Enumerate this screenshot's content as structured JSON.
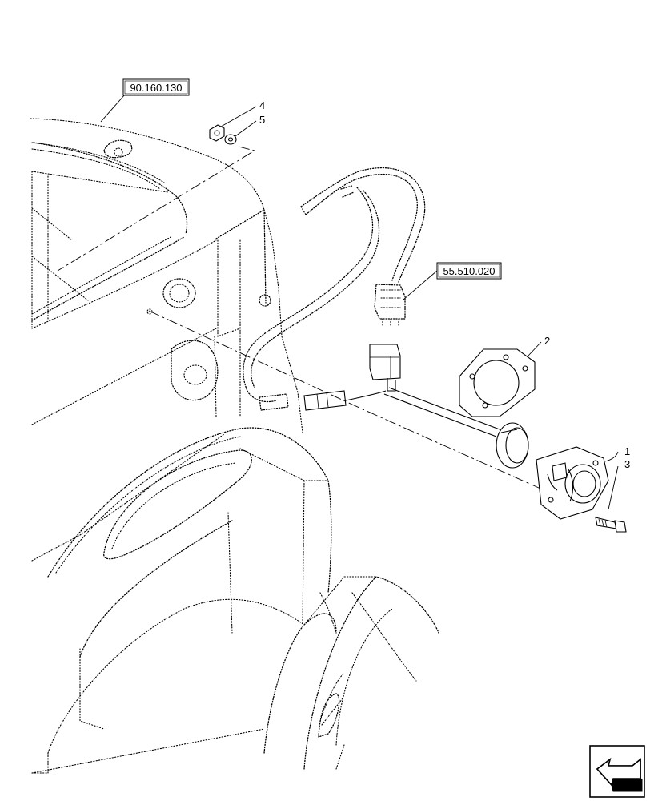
{
  "references": [
    {
      "id": "ref-90-160-130",
      "label": "90.160.130"
    },
    {
      "id": "ref-55-510-020",
      "label": "55.510.020"
    }
  ],
  "callouts": [
    {
      "id": "callout-1",
      "label": "1"
    },
    {
      "id": "callout-2",
      "label": "2"
    },
    {
      "id": "callout-3",
      "label": "3"
    },
    {
      "id": "callout-4",
      "label": "4"
    },
    {
      "id": "callout-5",
      "label": "5"
    }
  ],
  "nav_icon": "next-page-arrow-icon"
}
